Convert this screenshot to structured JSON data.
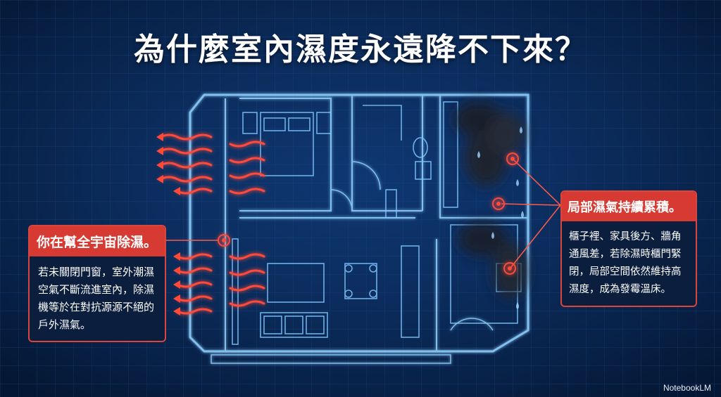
{
  "title": "為什麼室內濕度永遠降不下來？",
  "callout_left": {
    "heading": "你在幫全宇宙除濕。",
    "body": "若未關閉門窗，室外潮濕空氣不斷流進室內，除濕機等於在對抗源源不絕的戶外濕氣。"
  },
  "callout_right": {
    "heading": "局部濕氣持續累積。",
    "body": "櫃子裡、家具後方、牆角通風差，若除濕時櫃門緊閉，局部空間依然維持高濕度，成為發霉溫床。"
  },
  "brand": "NotebookLM",
  "colors": {
    "background": "#0a2a5e",
    "blueprint_line": "#7fc6ff",
    "accent_red": "#d63a32",
    "moisture_arrow": "#ff4a3a",
    "mold": "#1f2024"
  }
}
